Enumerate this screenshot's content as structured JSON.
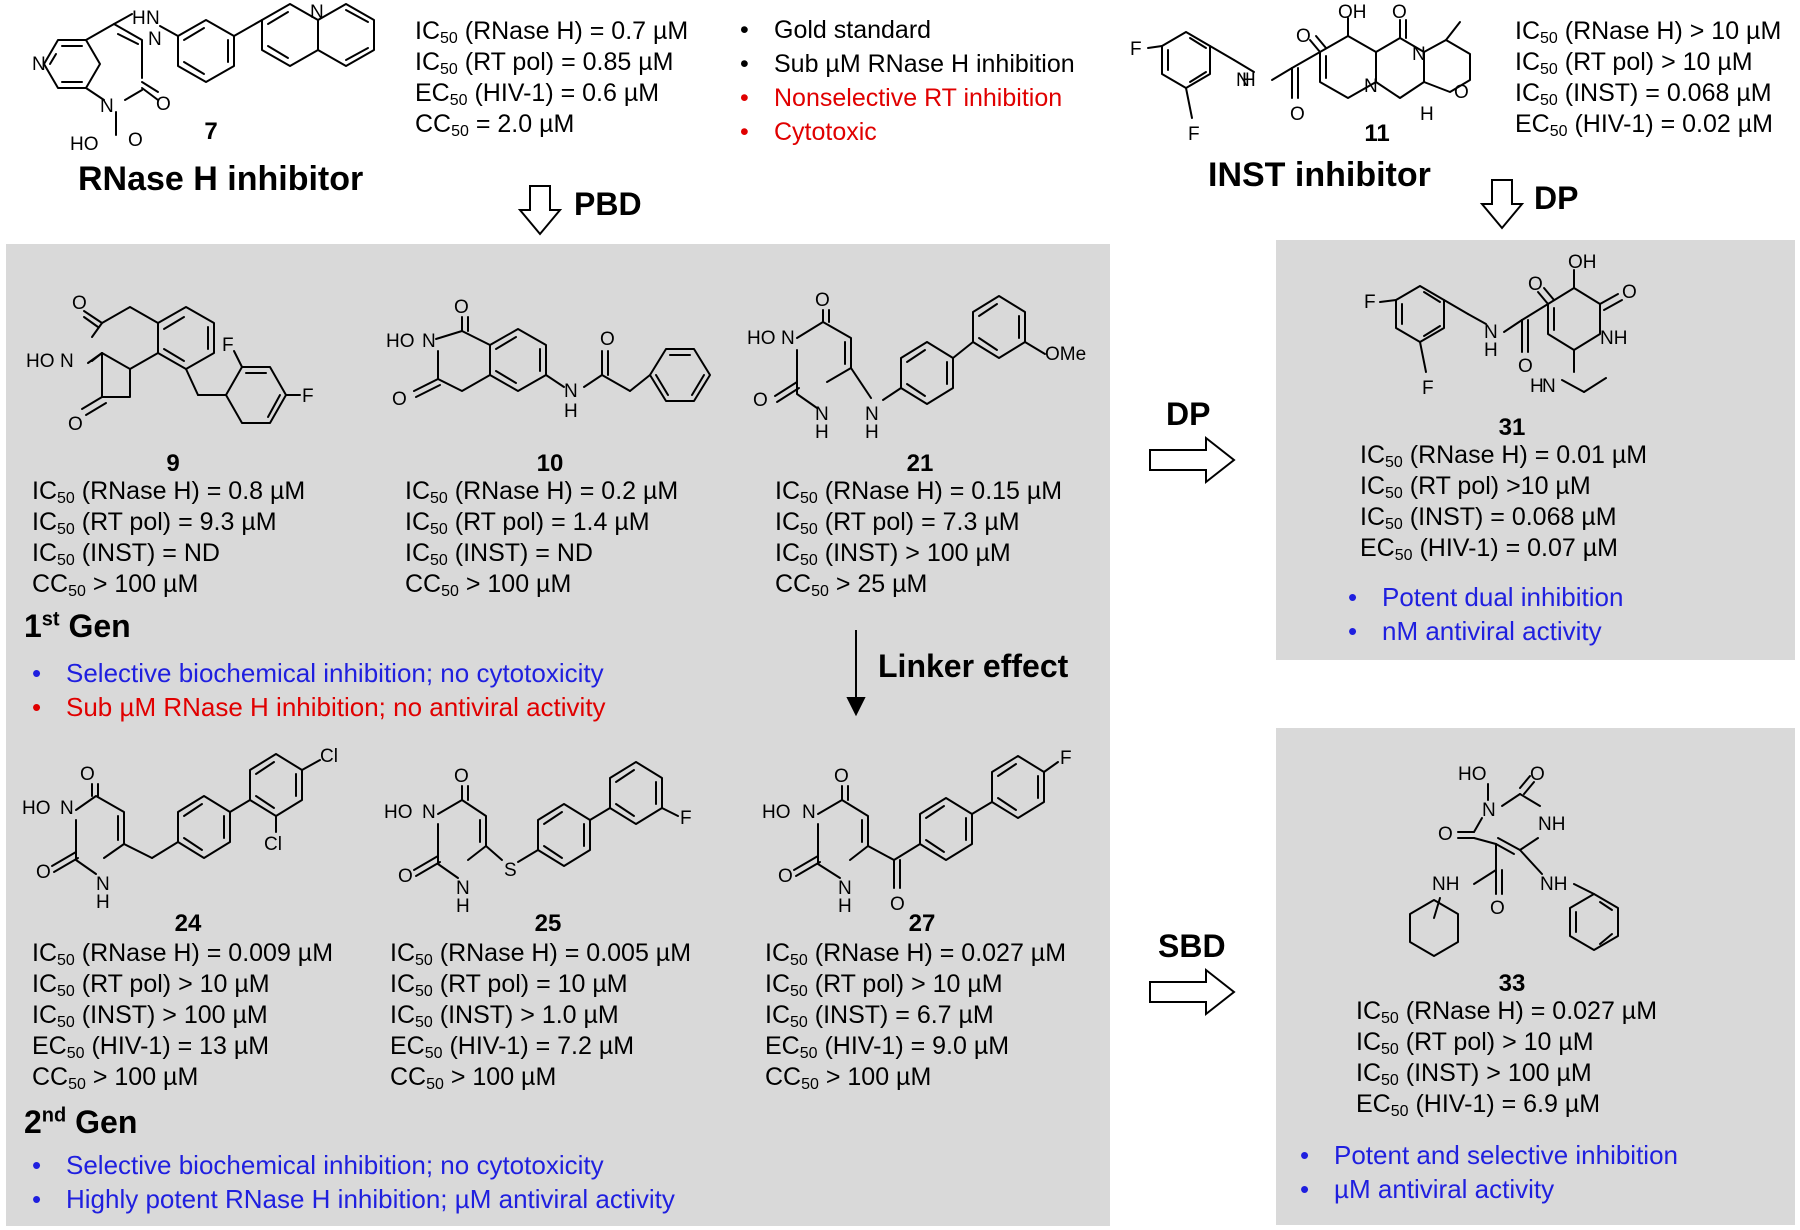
{
  "compound_7": {
    "id": "7",
    "role": "RNase H inhibitor",
    "data": [
      {
        "pre": "IC",
        "sub": "50",
        "post": " (RNase H) = 0.7 µM"
      },
      {
        "pre": "IC",
        "sub": "50",
        "post": " (RT pol) = 0.85 µM"
      },
      {
        "pre": "EC",
        "sub": "50",
        "post": " (HIV-1) = 0.6 µM"
      },
      {
        "pre": "CC",
        "sub": "50",
        "post": " = 2.0 µM"
      }
    ],
    "notes": [
      {
        "text": "Gold standard",
        "color": "black"
      },
      {
        "text": "Sub µM RNase H inhibition",
        "color": "black"
      },
      {
        "text": "Nonselective RT inhibition",
        "color": "red"
      },
      {
        "text": "Cytotoxic",
        "color": "red"
      }
    ]
  },
  "compound_11": {
    "id": "11",
    "role": "INST inhibitor",
    "data": [
      {
        "pre": "IC",
        "sub": "50",
        "post": " (RNase H) > 10 µM"
      },
      {
        "pre": "IC",
        "sub": "50",
        "post": " (RT pol) > 10 µM"
      },
      {
        "pre": "IC",
        "sub": "50",
        "post": " (INST) = 0.068 µM"
      },
      {
        "pre": "EC",
        "sub": "50",
        "post": " (HIV-1) = 0.02 µM"
      }
    ]
  },
  "arrows": {
    "pbd": "PBD",
    "dp_top": "DP",
    "dp_mid": "DP",
    "linker": "Linker effect",
    "sbd": "SBD"
  },
  "atoms": {
    "n": "N",
    "nh": "NH",
    "h": "H",
    "o": "O",
    "ho": "HO",
    "oh": "OH",
    "f": "F",
    "cl": "Cl",
    "s": "S",
    "ome": "OMe"
  },
  "gen1": {
    "title_num": "1",
    "title_sup": "st",
    "title_word": " Gen",
    "bullets": [
      {
        "text": "Selective biochemical inhibition; no cytotoxicity",
        "color": "blue"
      },
      {
        "text": "Sub µM RNase H inhibition;  no antiviral activity",
        "color": "red"
      }
    ],
    "compounds": [
      {
        "id": "9",
        "data": [
          {
            "pre": "IC",
            "sub": "50",
            "post": " (RNase H) = 0.8 µM"
          },
          {
            "pre": "IC",
            "sub": "50",
            "post": " (RT pol) = 9.3 µM"
          },
          {
            "pre": "IC",
            "sub": "50",
            "post": " (INST) = ND"
          },
          {
            "pre": "CC",
            "sub": "50",
            "post": " > 100 µM"
          }
        ]
      },
      {
        "id": "10",
        "data": [
          {
            "pre": "IC",
            "sub": "50",
            "post": " (RNase H) = 0.2 µM"
          },
          {
            "pre": "IC",
            "sub": "50",
            "post": " (RT pol) = 1.4 µM"
          },
          {
            "pre": "IC",
            "sub": "50",
            "post": " (INST) = ND"
          },
          {
            "pre": "CC",
            "sub": "50",
            "post": " > 100 µM"
          }
        ]
      },
      {
        "id": "21",
        "data": [
          {
            "pre": "IC",
            "sub": "50",
            "post": " (RNase H) = 0.15 µM"
          },
          {
            "pre": "IC",
            "sub": "50",
            "post": " (RT pol) = 7.3 µM"
          },
          {
            "pre": "IC",
            "sub": "50",
            "post": " (INST) > 100 µM"
          },
          {
            "pre": "CC",
            "sub": "50",
            "post": " > 25 µM"
          }
        ]
      }
    ]
  },
  "gen2": {
    "title_num": "2",
    "title_sup": "nd",
    "title_word": " Gen",
    "bullets": [
      {
        "text": "Selective biochemical inhibition; no cytotoxicity",
        "color": "blue"
      },
      {
        "text": "Highly potent RNase H inhibition;  µM antiviral activity",
        "color": "blue"
      }
    ],
    "compounds": [
      {
        "id": "24",
        "data": [
          {
            "pre": "IC",
            "sub": "50",
            "post": " (RNase H) = 0.009 µM"
          },
          {
            "pre": "IC",
            "sub": "50",
            "post": " (RT pol) > 10 µM"
          },
          {
            "pre": "IC",
            "sub": "50",
            "post": " (INST) > 100 µM"
          },
          {
            "pre": "EC",
            "sub": "50",
            "post": " (HIV-1) = 13 µM"
          },
          {
            "pre": "CC",
            "sub": "50",
            "post": " > 100 µM"
          }
        ]
      },
      {
        "id": "25",
        "data": [
          {
            "pre": "IC",
            "sub": "50",
            "post": " (RNase H) = 0.005 µM"
          },
          {
            "pre": "IC",
            "sub": "50",
            "post": " (RT pol) = 10 µM"
          },
          {
            "pre": "IC",
            "sub": "50",
            "post": " (INST) > 1.0 µM"
          },
          {
            "pre": "EC",
            "sub": "50",
            "post": " (HIV-1) = 7.2 µM"
          },
          {
            "pre": "CC",
            "sub": "50",
            "post": " > 100 µM"
          }
        ]
      },
      {
        "id": "27",
        "data": [
          {
            "pre": "IC",
            "sub": "50",
            "post": " (RNase H) = 0.027 µM"
          },
          {
            "pre": "IC",
            "sub": "50",
            "post": " (RT pol) > 10 µM"
          },
          {
            "pre": "IC",
            "sub": "50",
            "post": " (INST) = 6.7 µM"
          },
          {
            "pre": "EC",
            "sub": "50",
            "post": " (HIV-1) = 9.0 µM"
          },
          {
            "pre": "CC",
            "sub": "50",
            "post": " > 100 µM"
          }
        ]
      }
    ]
  },
  "compound_31": {
    "id": "31",
    "data": [
      {
        "pre": "IC",
        "sub": "50",
        "post": " (RNase H) = 0.01 µM"
      },
      {
        "pre": "IC",
        "sub": "50",
        "post": " (RT pol) >10 µM"
      },
      {
        "pre": "IC",
        "sub": "50",
        "post": " (INST) = 0.068 µM"
      },
      {
        "pre": "EC",
        "sub": "50",
        "post": " (HIV-1) = 0.07 µM"
      }
    ],
    "bullets": [
      {
        "text": "Potent dual inhibition",
        "color": "blue"
      },
      {
        "text": "nM antiviral activity",
        "color": "blue"
      }
    ]
  },
  "compound_33": {
    "id": "33",
    "data": [
      {
        "pre": "IC",
        "sub": "50",
        "post": " (RNase H) = 0.027 µM"
      },
      {
        "pre": "IC",
        "sub": "50",
        "post": " (RT pol) > 10 µM"
      },
      {
        "pre": "IC",
        "sub": "50",
        "post": " (INST) > 100 µM"
      },
      {
        "pre": "EC",
        "sub": "50",
        "post": " (HIV-1) = 6.9 µM"
      }
    ],
    "bullets": [
      {
        "text": "Potent and selective inhibition",
        "color": "blue"
      },
      {
        "text": "µM antiviral activity",
        "color": "blue"
      }
    ]
  },
  "bullet_char": "•"
}
